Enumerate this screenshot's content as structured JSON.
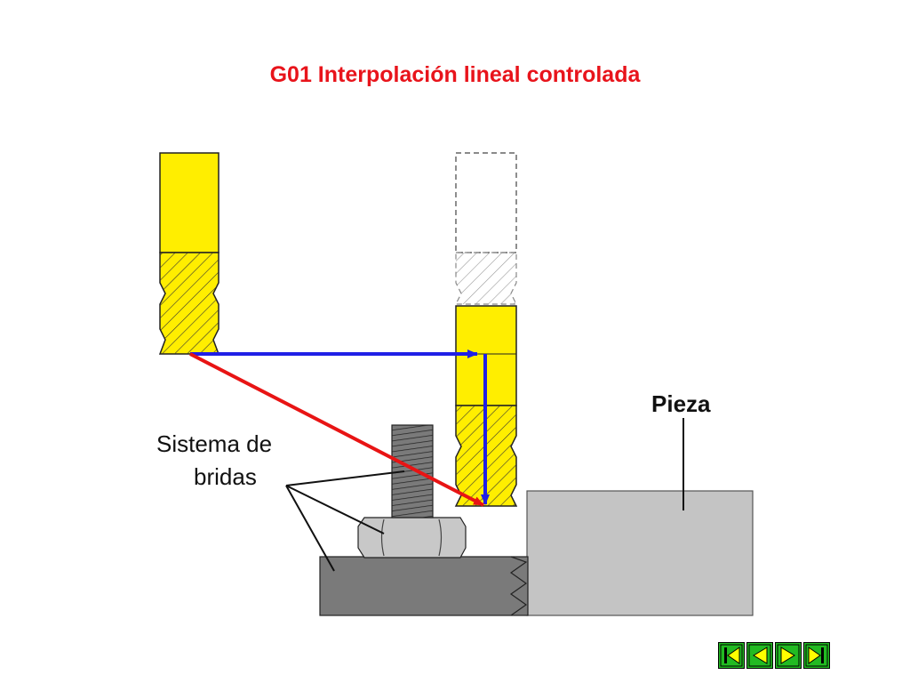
{
  "title": "G01 Interpolación lineal controlada",
  "labels": {
    "pieza": "Pieza",
    "sistema_line1": "Sistema de",
    "sistema_line2": "bridas"
  },
  "colors": {
    "title": "#e8141b",
    "tool_yellow": "#ffee00",
    "path_blue": "#1f1fe6",
    "path_red": "#e81414",
    "piece_gray": "#c4c4c4",
    "clamp_dark": "#7a7a7a",
    "nut_gray": "#c8c8c8",
    "nav_green": "#22bb22",
    "nav_yellow": "#ffff00"
  },
  "nav": [
    "first-icon",
    "previous-icon",
    "next-icon",
    "last-icon"
  ]
}
